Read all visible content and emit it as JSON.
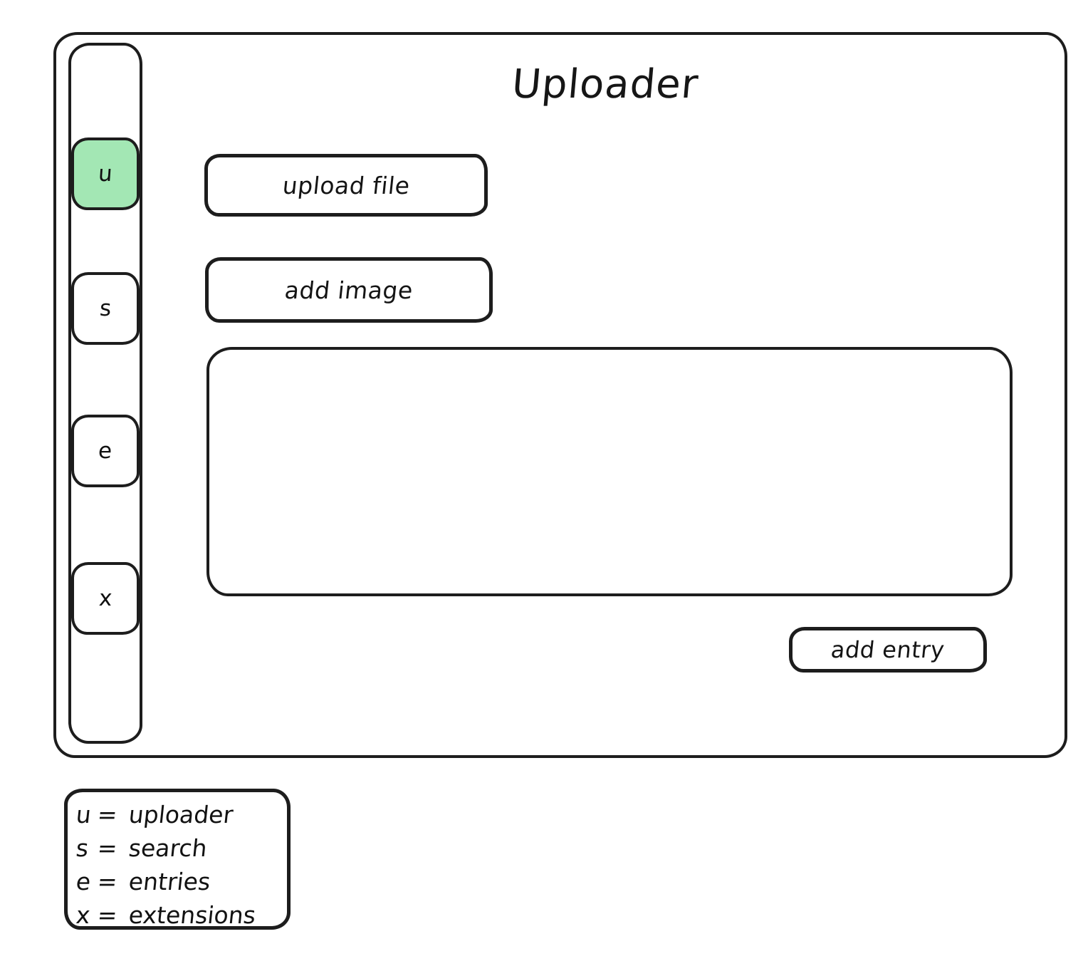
{
  "window": {
    "title": "Uploader"
  },
  "sidebar": {
    "items": [
      {
        "key": "u",
        "name": "uploader",
        "active": true
      },
      {
        "key": "s",
        "name": "search",
        "active": false
      },
      {
        "key": "e",
        "name": "entries",
        "active": false
      },
      {
        "key": "x",
        "name": "extensions",
        "active": false
      }
    ]
  },
  "main": {
    "upload_file_label": "upload file",
    "add_image_label": "add image",
    "add_entry_label": "add entry",
    "content_area_value": "",
    "content_area_placeholder": ""
  },
  "legend": {
    "equals": "=",
    "rows": [
      {
        "key": "u",
        "value": "uploader"
      },
      {
        "key": "s",
        "value": "search"
      },
      {
        "key": "e",
        "value": "entries"
      },
      {
        "key": "x",
        "value": "extensions"
      }
    ]
  },
  "colors": {
    "stroke": "#1d1d1d",
    "active_highlight": "#a3e7b4",
    "background": "#ffffff",
    "text": "#121212"
  }
}
